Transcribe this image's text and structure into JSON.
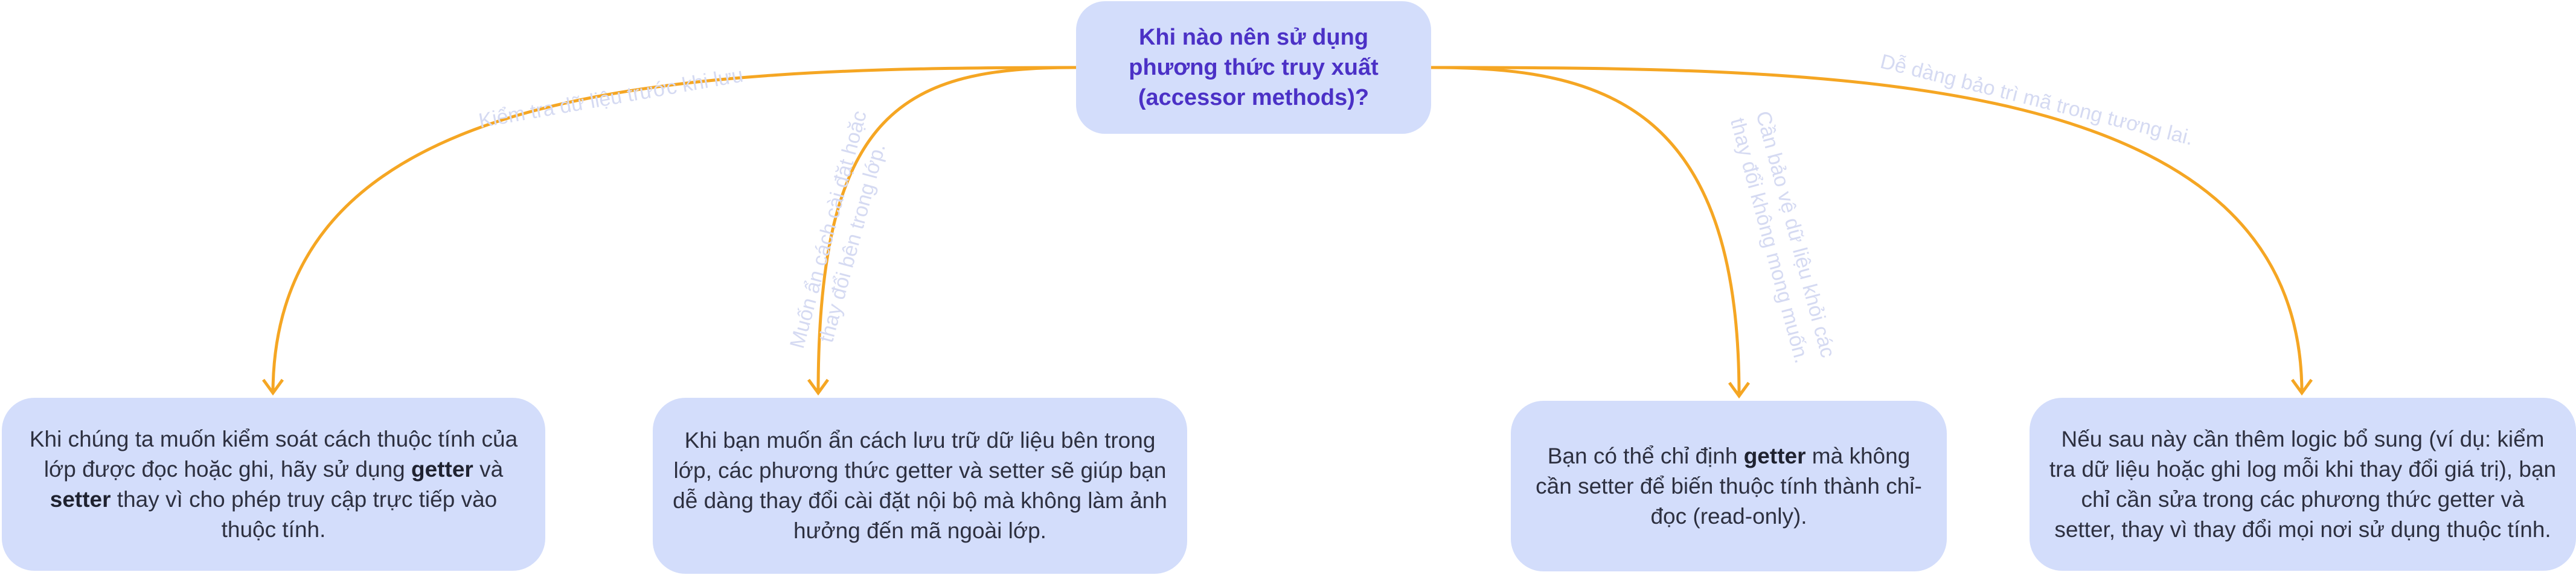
{
  "root": {
    "text": "Khi nào nên sử dụng phương thức truy xuất (accessor methods)?"
  },
  "edges": [
    {
      "label_lines": [
        "Kiểm tra dữ liệu trước khi lưu"
      ]
    },
    {
      "label_lines": [
        "Muốn ẩn cách cài đặt hoặc",
        "thay đổi bên trong lớp."
      ]
    },
    {
      "label_lines": [
        "Cần bảo vệ dữ liệu khỏi các",
        "thay đổi không mong muốn."
      ]
    },
    {
      "label_lines": [
        "Dễ dàng bảo trì mã trong tương lai."
      ]
    }
  ],
  "nodes": [
    {
      "segments": [
        {
          "text": "Khi chúng ta muốn kiểm soát cách thuộc tính của lớp được đọc hoặc ghi, hãy sử dụng ",
          "bold": false
        },
        {
          "text": "getter",
          "bold": true
        },
        {
          "text": " và ",
          "bold": false
        },
        {
          "text": "setter",
          "bold": true
        },
        {
          "text": " thay vì cho phép truy cập trực tiếp vào thuộc tính.",
          "bold": false
        }
      ]
    },
    {
      "segments": [
        {
          "text": "Khi bạn muốn ẩn cách lưu trữ dữ liệu bên trong lớp, các phương thức getter và setter sẽ giúp bạn dễ dàng thay đổi cài đặt nội bộ mà không làm ảnh hưởng đến mã ngoài lớp.",
          "bold": false
        }
      ]
    },
    {
      "segments": [
        {
          "text": "Bạn có thể chỉ định ",
          "bold": false
        },
        {
          "text": "getter",
          "bold": true
        },
        {
          "text": " mà không cần setter để biến thuộc tính thành chỉ-đọc (read-only).",
          "bold": false
        }
      ]
    },
    {
      "segments": [
        {
          "text": "Nếu sau này cần thêm logic bổ sung (ví dụ: kiểm tra dữ liệu hoặc ghi log mỗi khi thay đổi giá trị), bạn chỉ cần sửa trong các phương thức getter và setter, thay vì thay đổi mọi nơi sử dụng thuộc tính.",
          "bold": false
        }
      ]
    }
  ],
  "colors": {
    "node_fill": "#d3ddfb",
    "root_text": "#4b31c6",
    "node_text": "#2d3040",
    "edge": "#f5a623",
    "edge_label": "#d5daf2"
  }
}
